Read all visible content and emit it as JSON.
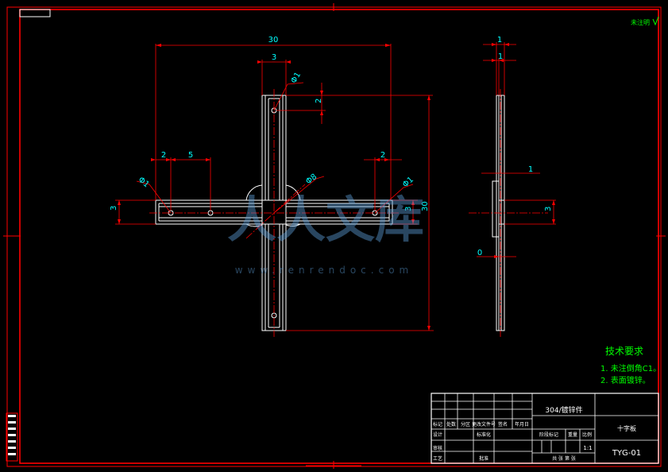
{
  "colors": {
    "background": "#000000",
    "frame": "#ff0000",
    "outline": "#ffffff",
    "centerline": "#ff0000",
    "dimension_text": "#00ffff",
    "notes": "#00ff00",
    "watermark": "#5b9bd5"
  },
  "corner_mark": "未注明",
  "front_view": {
    "dims": {
      "overall_width": "30",
      "arm_width": "3",
      "top_hole_dia": "Φ1",
      "top_hole_offset": "2",
      "left_edge_offset": "2",
      "left_hole_spacing": "5",
      "left_hole_dia": "Φ1",
      "center_dia": "Φ8",
      "right_hole_dia": "Φ1",
      "right_edge_offset": "2",
      "left_arm_height": "3",
      "right_arm_height": "3",
      "overall_height": "30"
    }
  },
  "side_view": {
    "dims": {
      "thickness_top": "1",
      "thickness_second": "1",
      "step": "1",
      "height": "3",
      "zero": "0"
    }
  },
  "technical_requirements": {
    "title": "技术要求",
    "items": [
      "1. 未注倒角C1。",
      "2. 表面镀锌。"
    ]
  },
  "title_block": {
    "material": "304/镀锌件",
    "part_name": "十字板",
    "drawing_number": "TYG-01",
    "scale": "1:1",
    "row_headers": [
      "标记",
      "处数",
      "分区",
      "更改文件号",
      "签名",
      "年月日"
    ],
    "left_labels": [
      "设计",
      "审核",
      "工艺"
    ],
    "standardization": "标准化",
    "approval": "批准",
    "stage_mark": "阶段标记",
    "weight": "重量",
    "scale_label": "比例",
    "sheet_info": "共 张 第 张"
  },
  "watermark": {
    "text": "人人文库",
    "url": "www.renrendoc.com"
  }
}
